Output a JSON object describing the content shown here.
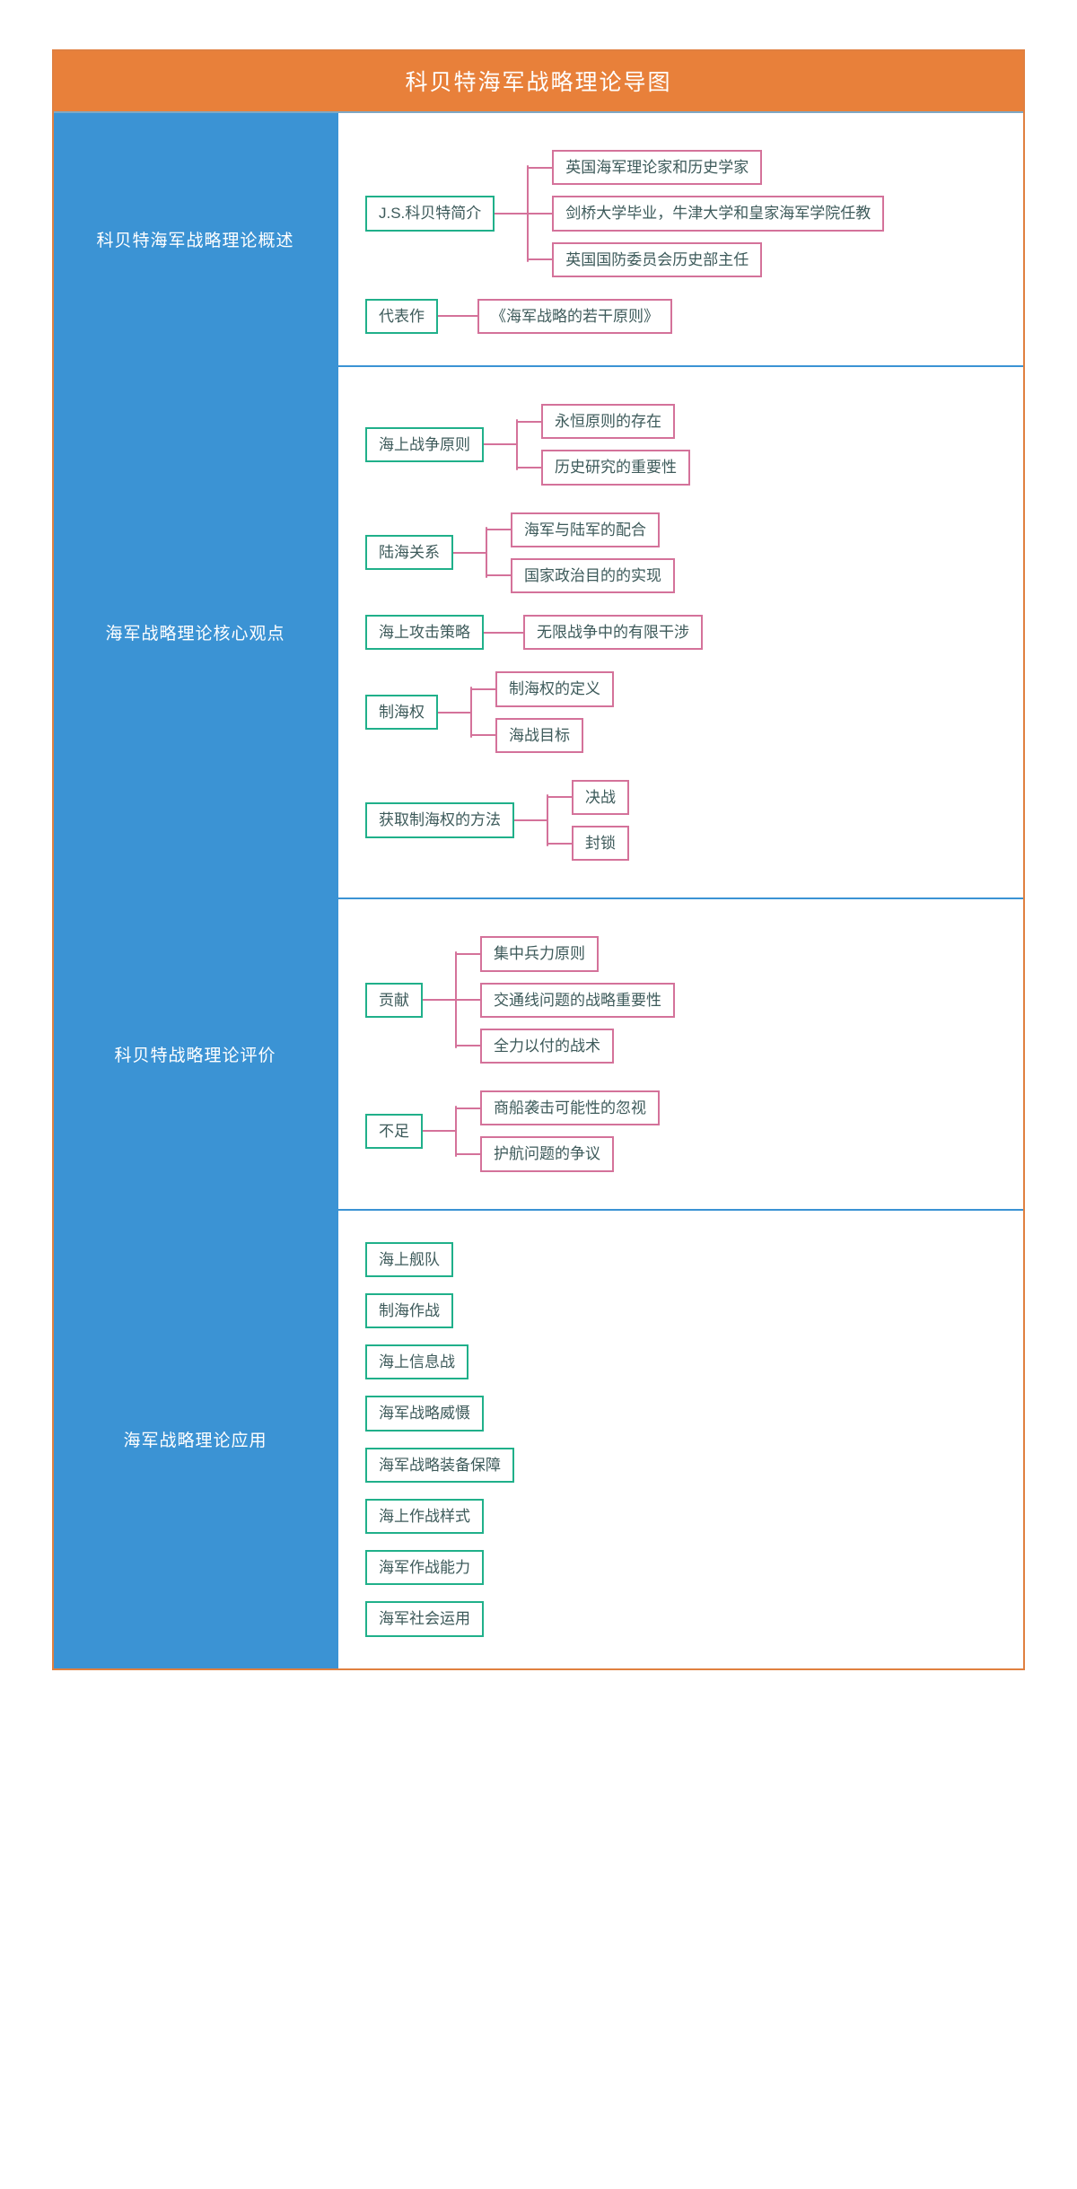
{
  "title": "科贝特海军战略理论导图",
  "colors": {
    "title_bar": "#e8803a",
    "sidebar": "#3b93d4",
    "level1_border": "#20b08a",
    "level2_border": "#d4729a",
    "text": "#3d5a5a",
    "board_border": "#e08040"
  },
  "sections": [
    {
      "label": "科贝特海军战略理论概述",
      "branches": [
        {
          "parent": "J.S.科贝特简介",
          "children": [
            "英国海军理论家和历史学家",
            "剑桥大学毕业，牛津大学和皇家海军学院任教",
            "英国国防委员会历史部主任"
          ]
        },
        {
          "parent": "代表作",
          "children": [
            "《海军战略的若干原则》"
          ]
        }
      ]
    },
    {
      "label": "海军战略理论核心观点",
      "branches": [
        {
          "parent": "海上战争原则",
          "children": [
            "永恒原则的存在",
            "历史研究的重要性"
          ]
        },
        {
          "parent": "陆海关系",
          "children": [
            "海军与陆军的配合",
            "国家政治目的的实现"
          ]
        },
        {
          "parent": "海上攻击策略",
          "children": [
            "无限战争中的有限干涉"
          ]
        },
        {
          "parent": "制海权",
          "children": [
            "制海权的定义",
            "海战目标"
          ]
        },
        {
          "parent": "获取制海权的方法",
          "children": [
            "决战",
            "封锁"
          ]
        }
      ]
    },
    {
      "label": "科贝特战略理论评价",
      "branches": [
        {
          "parent": "贡献",
          "children": [
            "集中兵力原则",
            "交通线问题的战略重要性",
            "全力以付的战术"
          ]
        },
        {
          "parent": "不足",
          "children": [
            "商船袭击可能性的忽视",
            "护航问题的争议"
          ]
        }
      ]
    },
    {
      "label": "海军战略理论应用",
      "items": [
        "海上舰队",
        "制海作战",
        "海上信息战",
        "海军战略威慑",
        "海军战略装备保障",
        "海上作战样式",
        "海军作战能力",
        "海军社会运用"
      ]
    }
  ]
}
